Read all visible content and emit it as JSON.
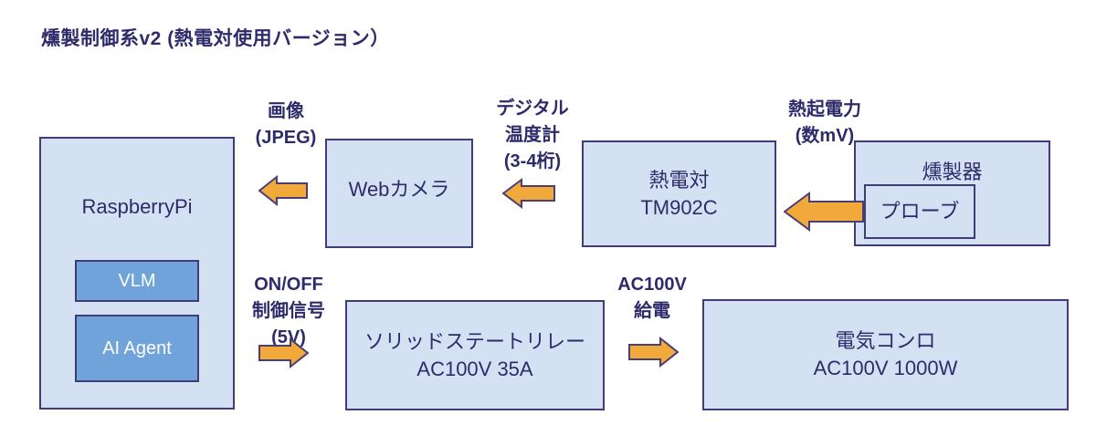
{
  "title": "燻製制御系v2 (熱電対使用バージョン）",
  "colors": {
    "background": "#ffffff",
    "box_fill": "#d3e1f2",
    "box_border": "#3f3c78",
    "inner_box_fill": "#6fa3da",
    "inner_box_text": "#ffffff",
    "arrow_fill": "#f2a93b",
    "arrow_border": "#4a3e75",
    "text": "#2e2b6b"
  },
  "nodes": {
    "raspberrypi": {
      "label": "RaspberryPi"
    },
    "vlm": {
      "label": "VLM"
    },
    "ai_agent": {
      "label": "AI Agent"
    },
    "webcam": {
      "label": "Webカメラ"
    },
    "thermocouple": {
      "line1": "熱電対",
      "line2": "TM902C"
    },
    "smoker": {
      "label": "燻製器"
    },
    "probe": {
      "label": "プローブ"
    },
    "ssr": {
      "line1": "ソリッドステートリレー",
      "line2": "AC100V 35A"
    },
    "stove": {
      "line1": "電気コンロ",
      "line2": "AC100V 1000W"
    }
  },
  "edges": {
    "image_jpeg": {
      "line1": "画像",
      "line2": "(JPEG)"
    },
    "digital_thermometer": {
      "line1": "デジタル",
      "line2": "温度計",
      "line3": "(3-4桁)"
    },
    "thermo_emf": {
      "line1": "熱起電力",
      "line2": "(数mV)"
    },
    "onoff_signal": {
      "line1": "ON/OFF",
      "line2": "制御信号",
      "line3": "(5V)"
    },
    "ac_supply": {
      "line1": "AC100V",
      "line2": "給電"
    }
  }
}
